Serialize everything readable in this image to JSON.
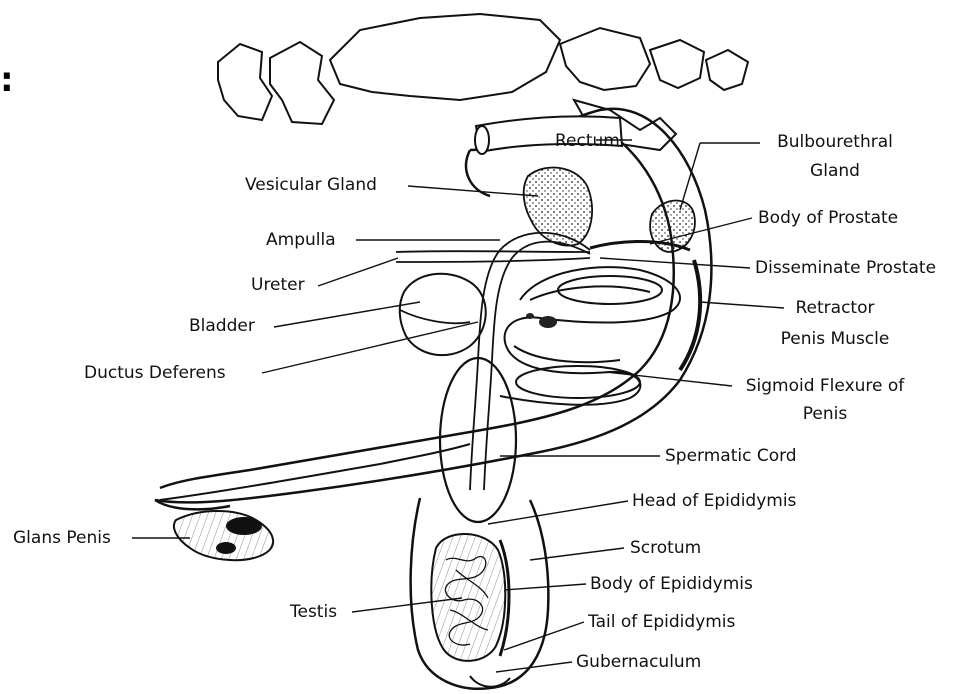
{
  "header": {
    "fragment": ":"
  },
  "labels": {
    "rectum": "Rectum",
    "bulbourethral_1": "Bulbourethral",
    "bulbourethral_2": "Gland",
    "vesicular_gland": "Vesicular Gland",
    "body_of_prostate": "Body of Prostate",
    "ampulla": "Ampulla",
    "disseminate_prostate": "Disseminate Prostate",
    "ureter": "Ureter",
    "retractor_1": "Retractor",
    "retractor_2": "Penis Muscle",
    "bladder": "Bladder",
    "ductus_deferens": "Ductus Deferens",
    "sigmoid_1": "Sigmoid Flexure of",
    "sigmoid_2": "Penis",
    "spermatic_cord": "Spermatic Cord",
    "head_epididymis": "Head of Epididymis",
    "glans_penis": "Glans Penis",
    "scrotum": "Scrotum",
    "body_epididymis": "Body of Epididymis",
    "testis": "Testis",
    "tail_epididymis": "Tail of Epididymis",
    "gubernaculum": "Gubernaculum"
  },
  "colors": {
    "ink": "#111111",
    "background": "#ffffff"
  }
}
